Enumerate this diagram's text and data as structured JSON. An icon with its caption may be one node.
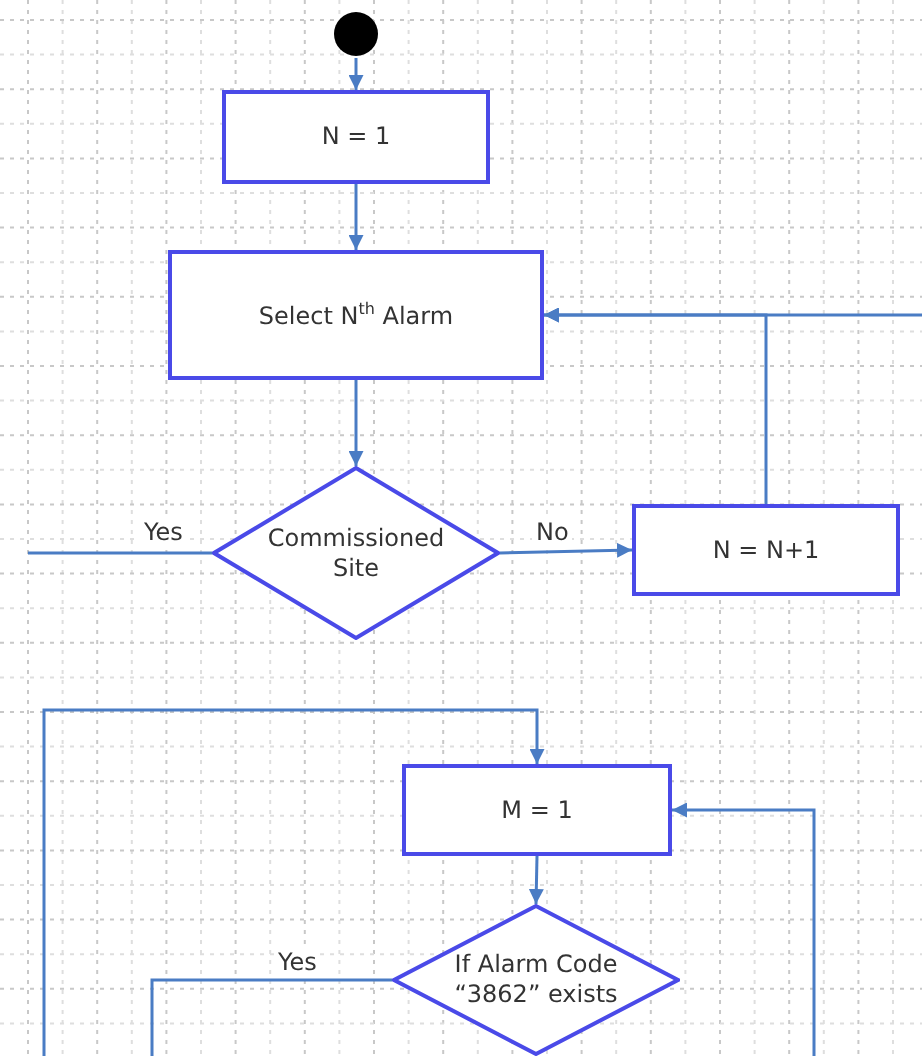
{
  "diagram": {
    "nodes": [
      {
        "text": [],
        "shape": "circle"
      },
      {
        "text": [
          "N = 1"
        ]
      },
      {
        "text": [
          "Select N$^{th}$ Alarm"
        ]
      },
      {
        "text": [
          "Commissioned Site"
        ]
      },
      {
        "text": [
          "N = N+1"
        ]
      },
      {
        "text": [
          "M = 1"
        ]
      },
      {
        "text": [
          "If Alarm Code “3862” exists"
        ]
      }
    ],
    "edges": [
      {
        "from": 0,
        "to": 1,
        "arrow": "to"
      },
      {
        "from": 1,
        "to": 2,
        "arrow": "to"
      },
      {
        "from": 2,
        "to": 3,
        "arrow": "to"
      },
      {
        "from": 3,
        "to": 4,
        "arrow": "to",
        "label": "No"
      },
      {
        "from": 3,
        "to": null,
        "arrow": "none",
        "label": "Yes"
      },
      {
        "from": 4,
        "to": 2,
        "arrow": "to"
      },
      {
        "from": null,
        "to": 2,
        "arrow": "to"
      },
      {
        "from": null,
        "to": 5,
        "arrow": "to"
      },
      {
        "from": null,
        "to": 5,
        "arrow": "to"
      },
      {
        "from": 5,
        "to": 6,
        "arrow": "to"
      },
      {
        "from": 6,
        "to": null,
        "arrow": "none",
        "label": "Yes"
      }
    ]
  }
}
